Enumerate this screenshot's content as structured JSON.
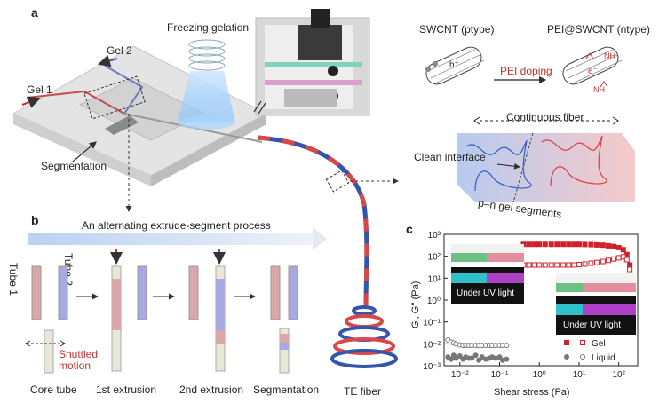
{
  "panels": {
    "a": "a",
    "b": "b",
    "c": "c"
  },
  "panel_a": {
    "freezing_gelation": "Freezing gelation",
    "gel1": "Gel 1",
    "gel2": "Gel 2",
    "segmentation": "Segmentation",
    "swcnt": "SWCNT (ptype)",
    "pei_swcnt": "PEI@SWCNT (ntype)",
    "pei_doping": "PEI doping",
    "continuous_fiber": "Continuous fiber",
    "clean_interface": "Clean interface",
    "pn_gel_segments": "p–n gel segments",
    "te_fiber": "TE fiber",
    "h_plus": "h⁺",
    "e_minus": "e⁻",
    "nh": "NH"
  },
  "panel_b": {
    "process_title": "An alternating extrude-segment process",
    "tube1": "Tube 1",
    "tube2": "Tube 2",
    "shuttled_motion": "Shuttled\nmotion",
    "steps": [
      "Core tube",
      "1st extrusion",
      "2nd extrusion",
      "Segmentation"
    ]
  },
  "chart_data": {
    "type": "scatter",
    "xlabel": "Shear stress (Pa)",
    "ylabel": "G', G'' (Pa)",
    "xscale": "log",
    "yscale": "log",
    "xlim": [
      0.004,
      300
    ],
    "ylim": [
      0.001,
      1000
    ],
    "x_ticks": [
      "10⁻²",
      "10⁻¹",
      "10⁰",
      "10¹",
      "10²"
    ],
    "y_ticks": [
      "10⁻³",
      "10⁻²",
      "10⁻¹",
      "10⁰",
      "10¹",
      "10²",
      "10³"
    ],
    "legend": {
      "gel": "Gel",
      "liquid": "Liquid"
    },
    "inset_label": "Under UV light",
    "series": [
      {
        "name": "Gel",
        "modulus": "G'",
        "marker": "filled",
        "color": "#d0202a",
        "x": [
          0.4,
          0.55,
          0.75,
          1,
          1.4,
          2,
          2.8,
          4,
          5.5,
          7.5,
          10,
          14,
          20,
          28,
          40,
          55,
          75,
          100,
          130,
          160,
          190
        ],
        "y": [
          350,
          350,
          350,
          350,
          350,
          350,
          350,
          350,
          350,
          350,
          350,
          345,
          340,
          330,
          320,
          300,
          280,
          250,
          200,
          120,
          40
        ]
      },
      {
        "name": "Gel",
        "modulus": "G''",
        "marker": "open",
        "color": "#d0202a",
        "x": [
          0.4,
          0.55,
          0.75,
          1,
          1.4,
          2,
          2.8,
          4,
          5.5,
          7.5,
          10,
          14,
          20,
          28,
          40,
          55,
          75,
          100,
          130,
          160,
          190
        ],
        "y": [
          40,
          40,
          40,
          40,
          40,
          40,
          40,
          40,
          40,
          40,
          42,
          44,
          48,
          52,
          58,
          65,
          75,
          85,
          95,
          70,
          25
        ]
      },
      {
        "name": "Liquid",
        "modulus": "G'",
        "marker": "filled",
        "color": "#777777",
        "x": [
          0.005,
          0.006,
          0.007,
          0.008,
          0.01,
          0.012,
          0.014,
          0.017,
          0.02,
          0.025,
          0.03,
          0.036,
          0.045,
          0.055,
          0.065,
          0.08,
          0.1,
          0.12,
          0.15
        ],
        "y": [
          0.0025,
          0.002,
          0.003,
          0.0022,
          0.0028,
          0.002,
          0.0025,
          0.0022,
          0.0022,
          0.003,
          0.0018,
          0.0025,
          0.002,
          0.0022,
          0.0025,
          0.0022,
          0.0025,
          0.0018,
          0.002
        ]
      },
      {
        "name": "Liquid",
        "modulus": "G''",
        "marker": "open",
        "color": "#777777",
        "x": [
          0.005,
          0.006,
          0.007,
          0.008,
          0.01,
          0.012,
          0.014,
          0.017,
          0.02,
          0.025,
          0.03,
          0.036,
          0.045,
          0.055,
          0.065,
          0.08,
          0.1,
          0.12,
          0.15
        ],
        "y": [
          0.015,
          0.012,
          0.011,
          0.01,
          0.009,
          0.0085,
          0.0085,
          0.0085,
          0.0085,
          0.0085,
          0.0085,
          0.0085,
          0.0085,
          0.0085,
          0.0085,
          0.0085,
          0.0085,
          0.0085,
          0.0085
        ]
      }
    ]
  }
}
